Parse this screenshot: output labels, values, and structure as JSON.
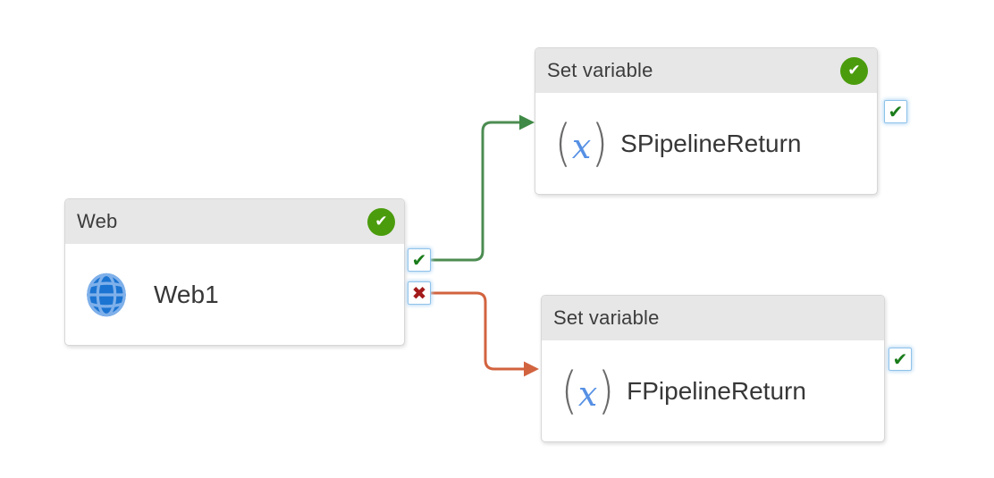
{
  "app": "pipeline-designer-canvas",
  "glyphs": {
    "check": "✔",
    "cross": "✖",
    "paren_open": "(",
    "paren_close": ")",
    "x": "x"
  },
  "colors": {
    "success_connector": "#4c8c52",
    "failure_connector": "#d2633f",
    "status_badge_green": "#4b9c0d",
    "port_check_green": "#1a7c1a",
    "port_cross_red": "#a31a1a",
    "port_border_blue": "#8fc2ea",
    "node_header_gray": "#e7e7e7",
    "globe_blue": "#1b74d1",
    "globe_lines_blue": "#7fb0ea",
    "variable_x_blue": "#5690e4",
    "paren_gray": "#6a6a6a"
  },
  "icons": {
    "web_activity": "globe-icon",
    "set_variable_activity": "function-x-icon",
    "success_port": "check-icon",
    "failure_port": "cross-icon",
    "status_succeeded": "check-circle-badge"
  },
  "nodes": {
    "web": {
      "type_label": "Web",
      "name": "Web1",
      "status": "succeeded"
    },
    "set_variable_success": {
      "type_label": "Set variable",
      "name": "SPipelineReturn",
      "status": "succeeded"
    },
    "set_variable_failure": {
      "type_label": "Set variable",
      "name": "FPipelineReturn",
      "status": ""
    }
  },
  "connections": [
    {
      "from": "Web1",
      "port": "success",
      "to": "SPipelineReturn"
    },
    {
      "from": "Web1",
      "port": "failure",
      "to": "FPipelineReturn"
    }
  ]
}
